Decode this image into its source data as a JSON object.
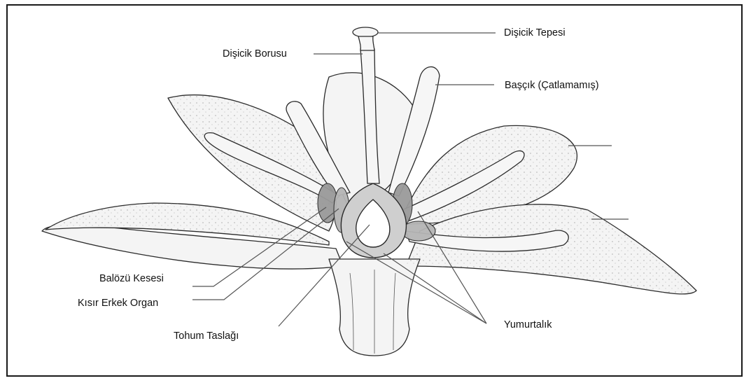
{
  "labels": {
    "stigma": "Dişicik Tepesi",
    "style": "Dişicik Borusu",
    "anther": "Başçık (Çatlamamış)",
    "nectary": "Balözü Kesesi",
    "staminode": "Kısır Erkek Organ",
    "ovule": "Tohum Taslağı",
    "ovary": "Yumurtalık"
  },
  "colors": {
    "line": "#2b2b2b",
    "petal_fill": "#f3f3f3",
    "shade": "#9a9a9a",
    "leader": "#555555"
  }
}
